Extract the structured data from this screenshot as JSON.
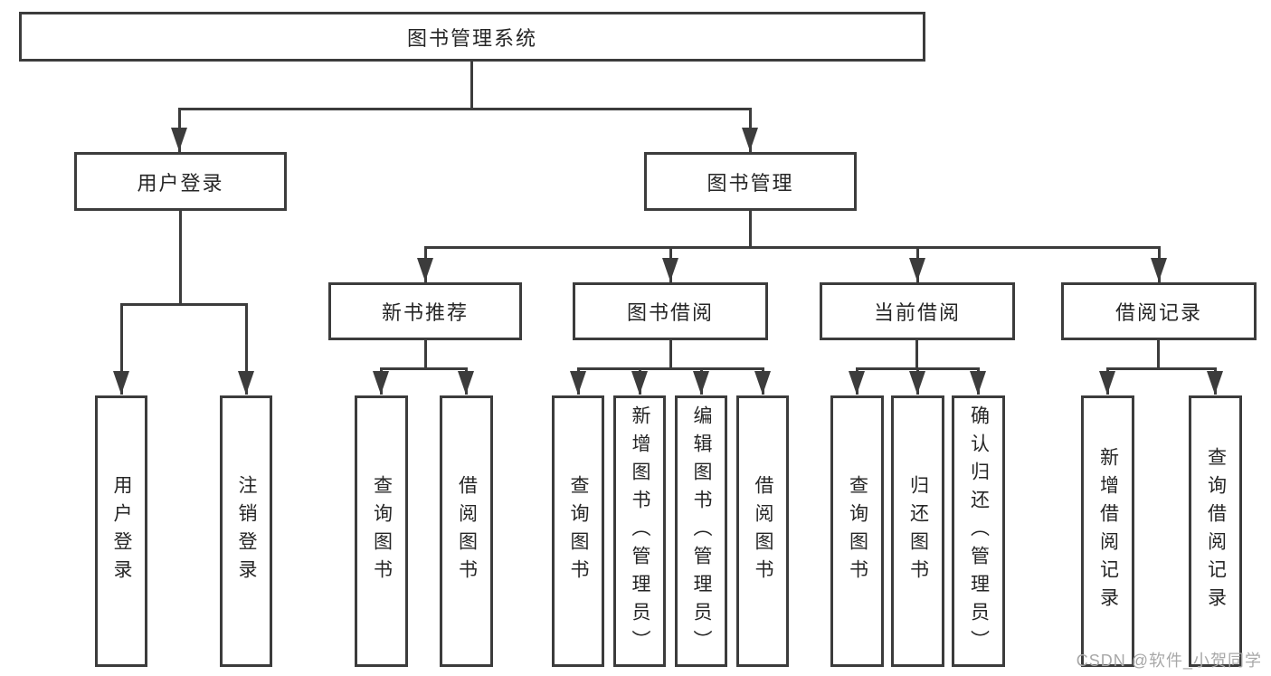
{
  "diagram": {
    "watermark": "CSDN @软件_小贺同学",
    "colors": {
      "line": "#3c3c3c",
      "text": "#262626",
      "watermark": "#a8a8a8",
      "background": "#ffffff"
    },
    "nodes": {
      "root": {
        "label": "图书管理系统"
      },
      "user_login": {
        "label": "用户登录"
      },
      "book_mgmt": {
        "label": "图书管理"
      },
      "new_book_rec": {
        "label": "新书推荐"
      },
      "book_borrow": {
        "label": "图书借阅"
      },
      "current_borrow": {
        "label": "当前借阅"
      },
      "borrow_records": {
        "label": "借阅记录"
      },
      "v_user_login": {
        "label": "用户登录"
      },
      "v_logout": {
        "label": "注销登录"
      },
      "v_query_books_rec": {
        "label": "查询图书"
      },
      "v_borrow_books_rec": {
        "label": "借阅图书"
      },
      "v_query_books_borrow": {
        "label": "查询图书"
      },
      "v_add_books": {
        "label": "新增图书（管理员）"
      },
      "v_edit_books": {
        "label": "编辑图书（管理员）"
      },
      "v_borrow_books_borrow": {
        "label": "借阅图书"
      },
      "v_query_books_current": {
        "label": "查询图书"
      },
      "v_return_books": {
        "label": "归还图书"
      },
      "v_confirm_return": {
        "label": "确认归还（管理员）"
      },
      "v_add_borrow_record": {
        "label": "新增借阅记录"
      },
      "v_query_borrow_record": {
        "label": "查询借阅记录"
      }
    },
    "edges": [
      [
        "root",
        "user_login"
      ],
      [
        "root",
        "book_mgmt"
      ],
      [
        "user_login",
        "v_user_login"
      ],
      [
        "user_login",
        "v_logout"
      ],
      [
        "book_mgmt",
        "new_book_rec"
      ],
      [
        "book_mgmt",
        "book_borrow"
      ],
      [
        "book_mgmt",
        "current_borrow"
      ],
      [
        "book_mgmt",
        "borrow_records"
      ],
      [
        "new_book_rec",
        "v_query_books_rec"
      ],
      [
        "new_book_rec",
        "v_borrow_books_rec"
      ],
      [
        "book_borrow",
        "v_query_books_borrow"
      ],
      [
        "book_borrow",
        "v_add_books"
      ],
      [
        "book_borrow",
        "v_edit_books"
      ],
      [
        "book_borrow",
        "v_borrow_books_borrow"
      ],
      [
        "current_borrow",
        "v_query_books_current"
      ],
      [
        "current_borrow",
        "v_return_books"
      ],
      [
        "current_borrow",
        "v_confirm_return"
      ],
      [
        "borrow_records",
        "v_add_borrow_record"
      ],
      [
        "borrow_records",
        "v_query_borrow_record"
      ]
    ]
  }
}
